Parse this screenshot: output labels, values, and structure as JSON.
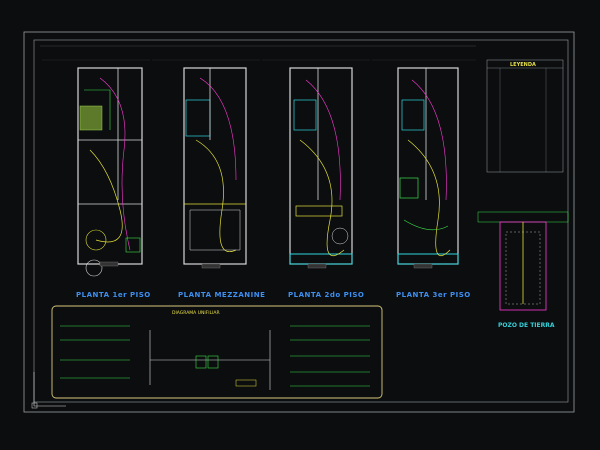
{
  "drawing": {
    "floor_plans": [
      {
        "label": "PLANTA 1er PISO"
      },
      {
        "label": "PLANTA MEZZANINE"
      },
      {
        "label": "PLANTA 2do PISO"
      },
      {
        "label": "PLANTA 3er PISO"
      }
    ],
    "legend": {
      "title": "LEYENDA"
    },
    "diagram": {
      "title": "DIAGRAMA UNIFILIAR"
    },
    "ground_well": {
      "title": "POZO DE TIERRA"
    },
    "colors": {
      "background": "#0b0d0f",
      "frame": "#9aa0a6",
      "wall": "#d8d8d8",
      "circuit_yellow": "#e6e23a",
      "circuit_green": "#3de04a",
      "circuit_magenta": "#ff3ad6",
      "cyan": "#2fd6e0",
      "label_blue": "#3d8ff0"
    }
  }
}
